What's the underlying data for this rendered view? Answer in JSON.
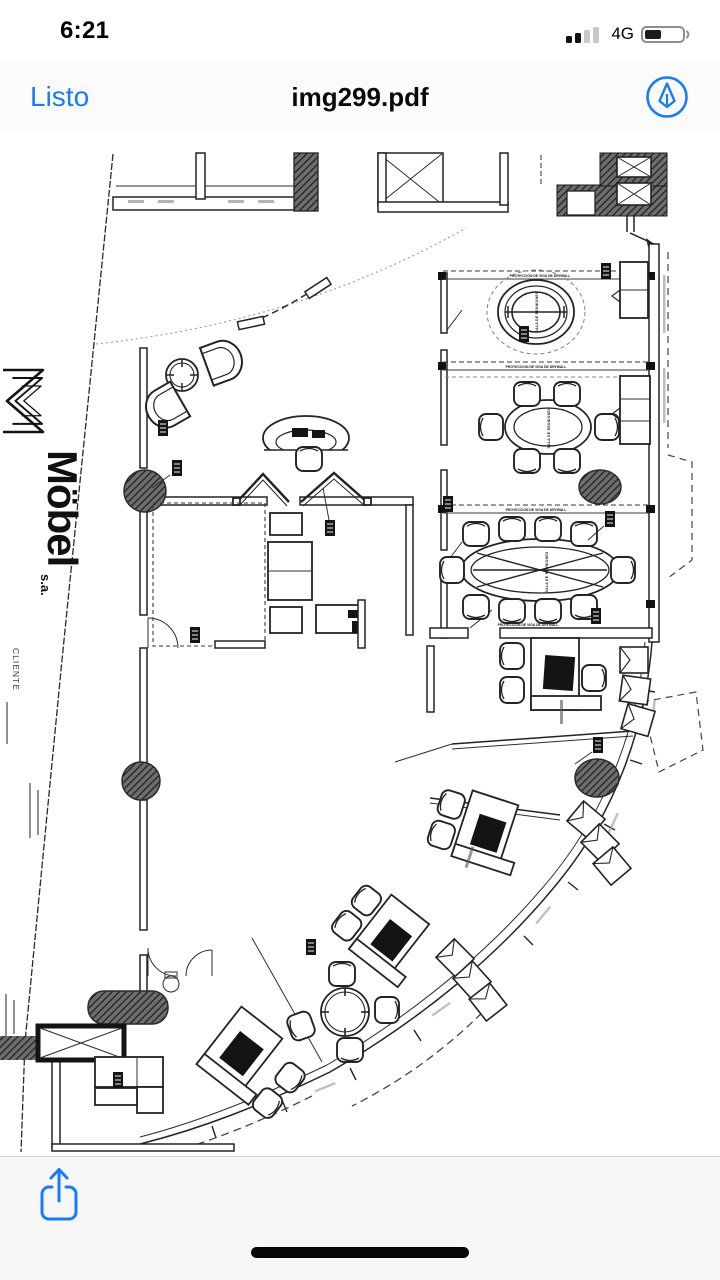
{
  "status_bar": {
    "time": "6:21",
    "carrier_tech": "4G",
    "signal_bars_total": 4,
    "signal_bars_active": 2,
    "battery_fill_fraction": 0.42
  },
  "nav_bar": {
    "back_label": "Listo",
    "title": "img299.pdf",
    "markup_icon": "pen-in-circle",
    "accent_color": "#1a7bf7"
  },
  "floor_plan": {
    "brand": {
      "name": "Möbel",
      "suffix": "s.a."
    },
    "side_text": {
      "client_label": "CLIENTE"
    },
    "rooms": [
      {
        "label": "SALA DE REUNIONES",
        "table": "round"
      },
      {
        "label": "SALA DE REUNIONES",
        "table": "oval-6-seats"
      },
      {
        "label": "SALA DE REUNIONES",
        "table": "oval-10-seats"
      }
    ],
    "beam_note": "PROYECCION DE VIGA DE DRYWALL",
    "ink_color": "#232323"
  },
  "toolbar": {
    "share_icon": "share-up-arrow"
  },
  "home_indicator": {
    "present": true
  }
}
